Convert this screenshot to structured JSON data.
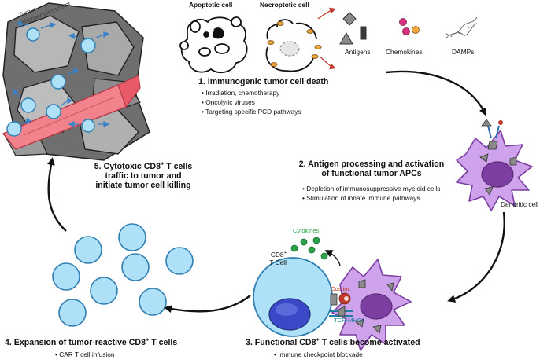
{
  "top": {
    "apoptotic": "Apoptotic cell",
    "necroptotic": "Necroptotic cell",
    "antigens": "Antigens",
    "chemokines": "Chemokines",
    "damps": "DAMPs"
  },
  "tumor": {
    "line1": "Tumor",
    "line2": "Microenvironment"
  },
  "step1": {
    "title": "1. Immunogenic tumor cell death",
    "bullets": [
      "Irradiation, chemotherapy",
      "Oncolytic viruses",
      "Targeting specific PCD pathways"
    ]
  },
  "step2": {
    "title_line1": "2. Antigen processing and activation",
    "title_line2": "of functional tumor APCs",
    "bullets": [
      "Depletion of immunosuppressive myeloid cells",
      "Stimulation of innate immune pathways"
    ],
    "cell_label": "Dendritic cell"
  },
  "step3": {
    "title_pre": "3. Functional CD8",
    "title_sup": "+",
    "title_post": " T cells become activated",
    "bullet": "Immune checkpoint blockade",
    "tcell_line1_pre": "CD8",
    "tcell_line1_sup": "+",
    "tcell_line2": "T Cell",
    "cytokines": "Cytokines",
    "costim": "Costim.",
    "tcr": "TCR-MHCI"
  },
  "step4": {
    "title_pre": "4. Expansion of tumor-reactive CD8",
    "title_sup": "+",
    "title_post": " T cells",
    "bullet": "CAR T cell infusion"
  },
  "step5": {
    "line1_pre": "5. Cytotoxic CD8",
    "line1_sup": "+",
    "line1_post": " T cells",
    "line2": "traffic to tumor and",
    "line3": "initiate tumor cell killing"
  },
  "colors": {
    "tcell_fill": "#aee0f7",
    "tcell_stroke": "#2f7fb3",
    "nucleus": "#3b49c9",
    "dendritic": "#cfa3ec",
    "dendritic_stroke": "#7c3fa1",
    "vessel": "#f2828c",
    "tumor_dark": "#707070",
    "tumor_light": "#b6b6b6",
    "chemokine": "#d4307f",
    "cytokine": "#2ca34a",
    "arrow": "#111111",
    "red_arrow": "#c0392b"
  }
}
